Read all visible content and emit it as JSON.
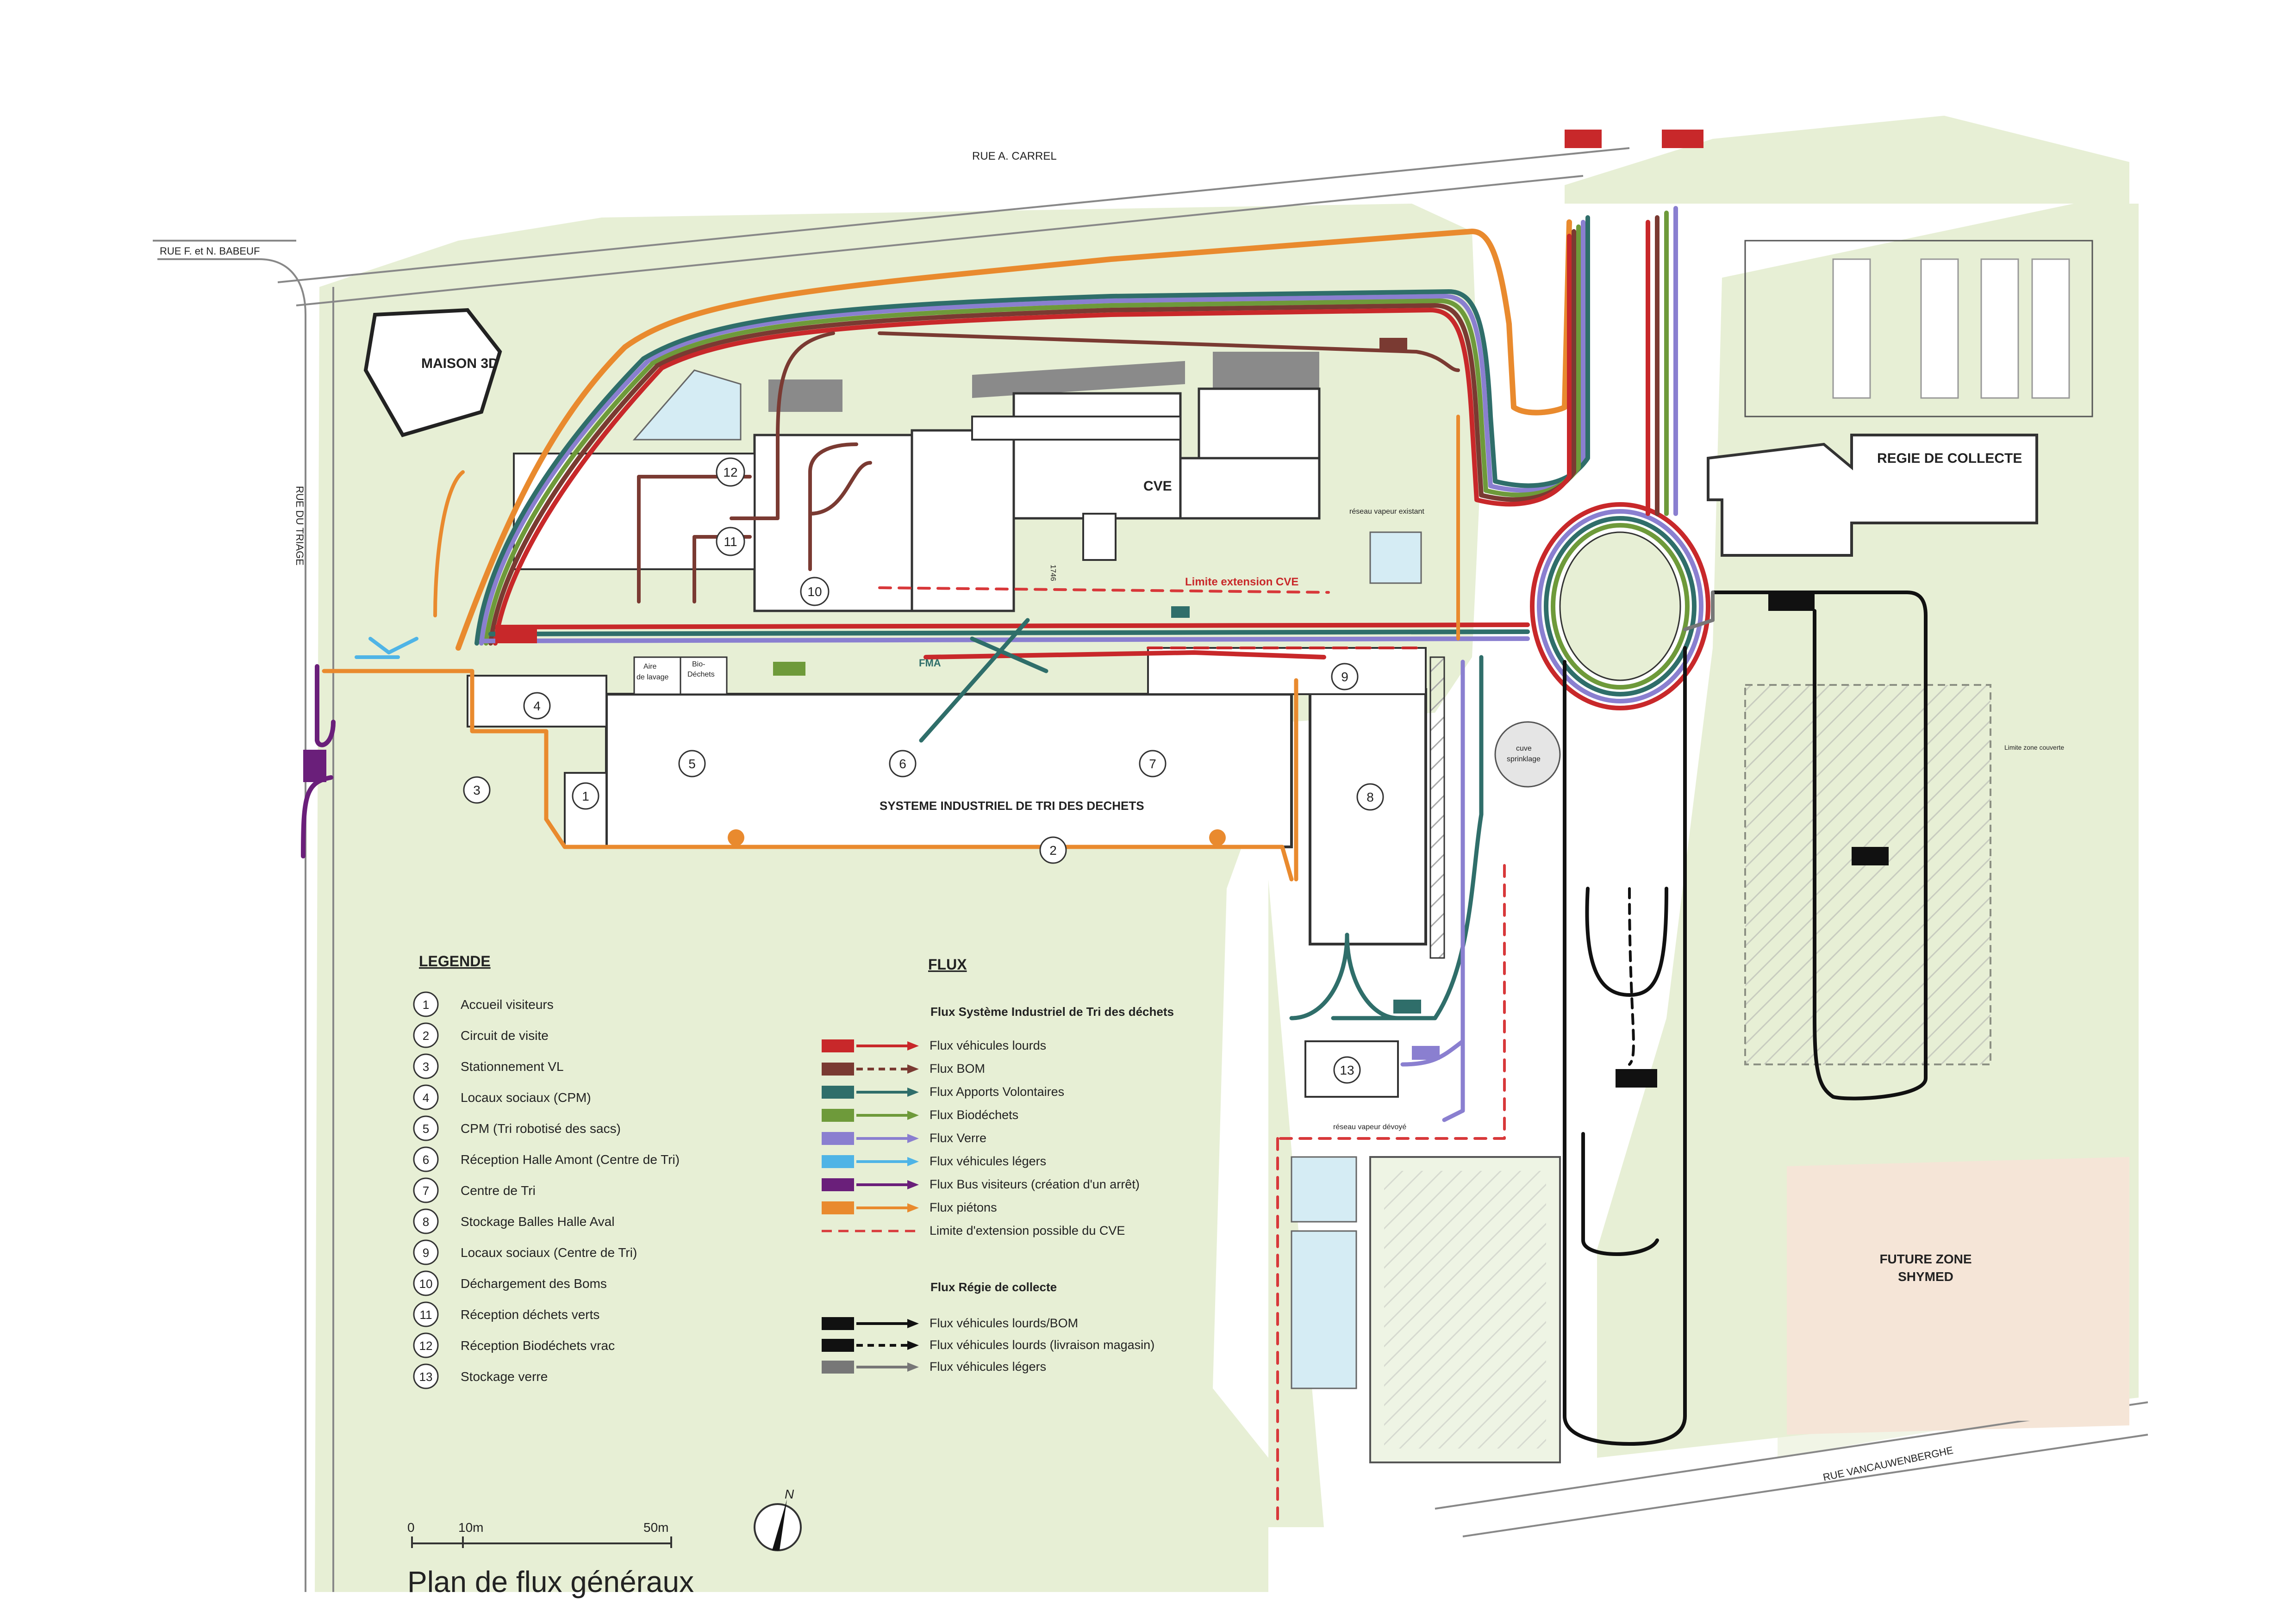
{
  "title": "Plan de flux généraux",
  "streets": {
    "carrel": "RUE   A.   CARREL",
    "babeuf": "RUE F. et N. BABEUF",
    "triage": "RUE   DU   TRIAGE",
    "vancauwenberghe": "RUE   VANCAUWENBERGHE"
  },
  "buildings": {
    "maison3d": "MAISON 3D",
    "cve": "CVE",
    "regie": "REGIE DE COLLECTE",
    "systeme": "SYSTEME INDUSTRIEL DE TRI DES DECHETS",
    "future_zone": [
      "FUTURE ZONE",
      "SHYMED"
    ],
    "aire_lavage": [
      "Aire",
      "de lavage"
    ],
    "bio_dechets": [
      "Bio-",
      "Déchets"
    ],
    "cuve_sprinklage": [
      "cuve",
      "sprinklage"
    ]
  },
  "annotations": {
    "limite_cve": "Limite extension CVE",
    "fma": "FMA",
    "reseau_existant": "réseau vapeur existant",
    "reseau_devoye": "réseau vapeur dévoyé",
    "limite_zone_couverte": "Limite zone couverte",
    "dim_1746": "1746"
  },
  "map_numbers": [
    "1",
    "2",
    "3",
    "4",
    "5",
    "6",
    "7",
    "8",
    "9",
    "10",
    "11",
    "12",
    "13"
  ],
  "legend": {
    "heading": "LEGENDE",
    "items": [
      {
        "num": "1",
        "label": "Accueil visiteurs"
      },
      {
        "num": "2",
        "label": "Circuit de visite"
      },
      {
        "num": "3",
        "label": "Stationnement VL"
      },
      {
        "num": "4",
        "label": "Locaux sociaux (CPM)"
      },
      {
        "num": "5",
        "label": "CPM (Tri robotisé des sacs)"
      },
      {
        "num": "6",
        "label": "Réception Halle Amont (Centre de Tri)"
      },
      {
        "num": "7",
        "label": "Centre de Tri"
      },
      {
        "num": "8",
        "label": "Stockage Balles Halle Aval"
      },
      {
        "num": "9",
        "label": "Locaux sociaux (Centre de Tri)"
      },
      {
        "num": "10",
        "label": "Déchargement des Boms"
      },
      {
        "num": "11",
        "label": "Réception déchets verts"
      },
      {
        "num": "12",
        "label": "Réception Biodéchets vrac"
      },
      {
        "num": "13",
        "label": "Stockage verre"
      }
    ]
  },
  "flux": {
    "heading": "FLUX",
    "group1_title": "Flux Système Industriel de Tri des déchets",
    "group1": [
      {
        "label": "Flux véhicules lourds",
        "color": "#c8282a",
        "style": "solid",
        "icon": "truck-icon"
      },
      {
        "label": "Flux BOM",
        "color": "#7a3a32",
        "style": "dashed",
        "icon": "garbage-truck-icon"
      },
      {
        "label": "Flux Apports Volontaires",
        "color": "#2f6e6a",
        "style": "solid",
        "icon": "van-icon"
      },
      {
        "label": "Flux Biodéchets",
        "color": "#6e9a3a",
        "style": "solid",
        "icon": "van-icon"
      },
      {
        "label": "Flux Verre",
        "color": "#8a7fd0",
        "style": "solid",
        "icon": "van-icon"
      },
      {
        "label": "Flux véhicules légers",
        "color": "#4fb4e6",
        "style": "solid",
        "icon": "car-icon"
      },
      {
        "label": "Flux Bus visiteurs (création d'un arrêt)",
        "color": "#6a1f7a",
        "style": "solid",
        "icon": "bus-icon"
      },
      {
        "label": "Flux piétons",
        "color": "#e98a2e",
        "style": "solid",
        "icon": "pedestrian-icon"
      },
      {
        "label": "Limite d'extension possible du CVE",
        "color": "#d8383a",
        "style": "dashed",
        "icon": ""
      }
    ],
    "group2_title": "Flux Régie de collecte",
    "group2": [
      {
        "label": "Flux véhicules lourds/BOM",
        "color": "#111111",
        "style": "solid",
        "icon": "truck-icon"
      },
      {
        "label": "Flux véhicules lourds (livraison magasin)",
        "color": "#111111",
        "style": "dashed",
        "icon": "truck-icon"
      },
      {
        "label": "Flux véhicules légers",
        "color": "#777777",
        "style": "solid",
        "icon": "car-icon"
      }
    ]
  },
  "scale": {
    "zero": "0",
    "mid": "10m",
    "end": "50m"
  },
  "north": "N",
  "colors": {
    "green_area": "#e7efd5",
    "building": "#ffffff",
    "building_dark": "#8a8a8a",
    "water": "#d5ecf4"
  }
}
